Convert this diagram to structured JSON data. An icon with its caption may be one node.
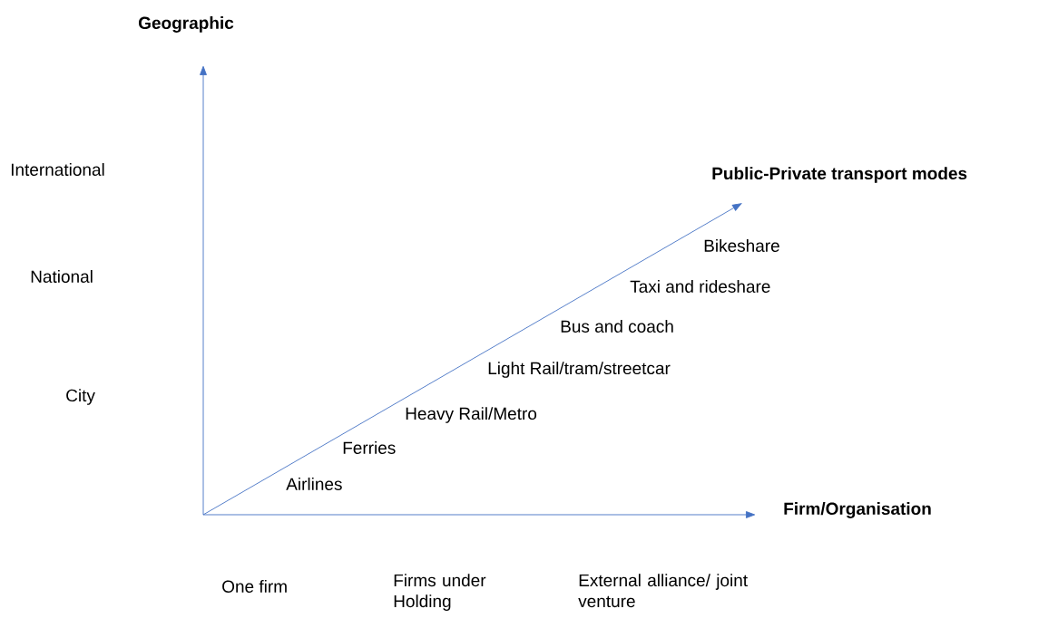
{
  "diagram": {
    "labels": [
      "Geographic",
      "International",
      "Public-Private transport modes",
      "Bikeshare",
      "National",
      "Taxi and rideshare",
      "Bus and coach",
      "Light Rail/tram/streetcar",
      "City",
      "Heavy Rail/Metro",
      "Ferries",
      "Airlines",
      "Firm/Organisation",
      "One firm",
      "Firms under Holding",
      "External alliance/ joint venture"
    ]
  }
}
